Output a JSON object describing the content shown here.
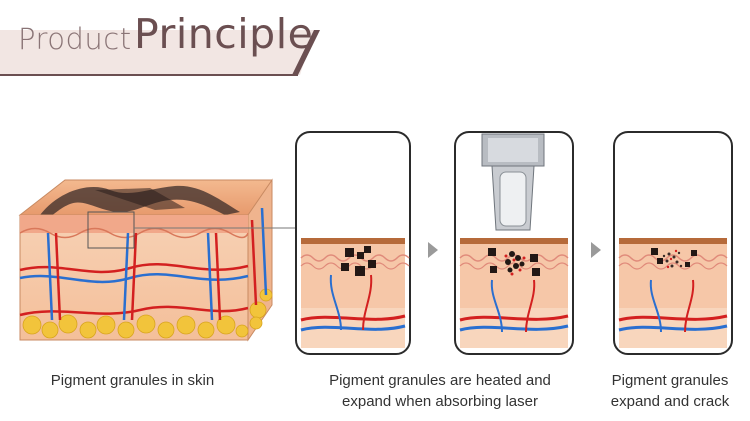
{
  "banner": {
    "title_small": "Product",
    "title_big": "Principle"
  },
  "captions": {
    "skin": "Pigment granules in skin",
    "heated_line1": "Pigment granules are heated and",
    "heated_line2": "expand when absorbing laser",
    "crack_line1": "Pigment granules",
    "crack_line2": "expand and crack"
  },
  "colors": {
    "banner_bg": "#f2e6e3",
    "banner_accent": "#6b4f51",
    "skin": "#f6c7a8",
    "dermis_line": "#b66a3a",
    "artery": "#d32020",
    "vein": "#2a6fd0",
    "fat": "#f2c43b",
    "pigment": "#231815",
    "panel_border": "#2b2b2b",
    "arrow": "#9a9a9a"
  }
}
